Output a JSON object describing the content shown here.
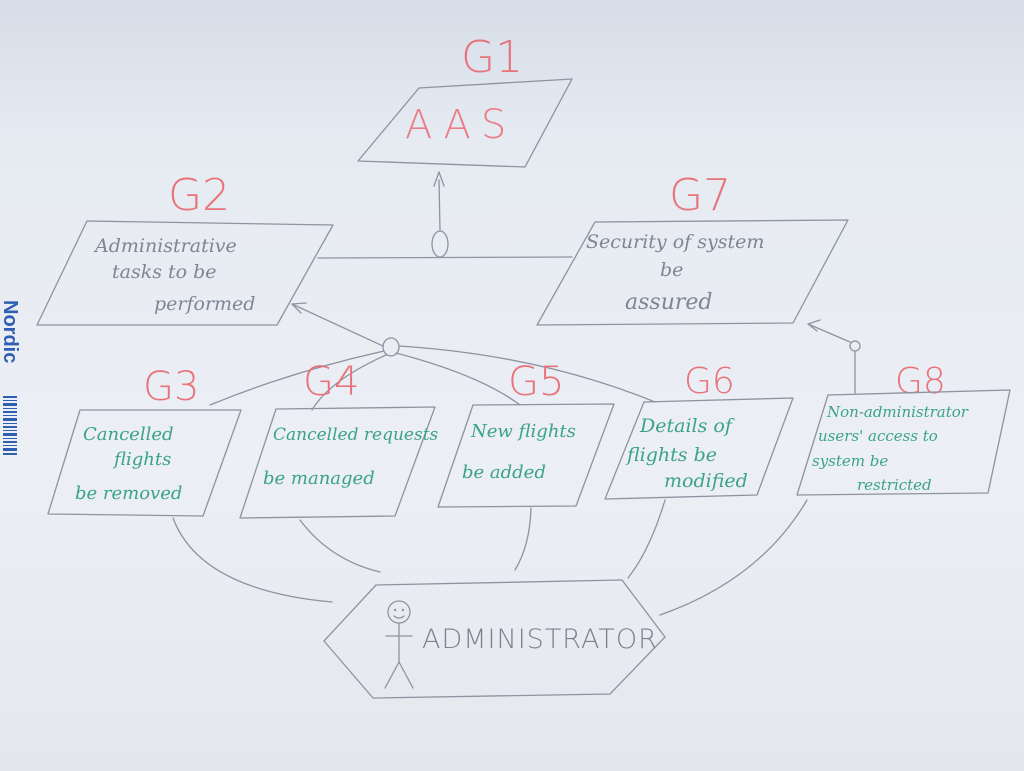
{
  "brand": "Nordic",
  "goals": {
    "g1": {
      "id": "G1",
      "lines": [
        "AAS"
      ]
    },
    "g2": {
      "id": "G2",
      "lines": [
        "Administrative",
        "tasks to be",
        "performed"
      ]
    },
    "g3": {
      "id": "G3",
      "lines": [
        "Cancelled",
        "flights",
        "be removed"
      ]
    },
    "g4": {
      "id": "G4",
      "lines": [
        "Cancelled requests",
        "be managed"
      ]
    },
    "g5": {
      "id": "G5",
      "lines": [
        "New flights",
        "be added"
      ]
    },
    "g6": {
      "id": "G6",
      "lines": [
        "Details of",
        "flights be",
        "modified"
      ]
    },
    "g7": {
      "id": "G7",
      "lines": [
        "Security of system",
        "be",
        "assured"
      ]
    },
    "g8": {
      "id": "G8",
      "lines": [
        "Non-administrator",
        "users' access to",
        "system be",
        "restricted"
      ]
    }
  },
  "actor": {
    "label": "ADMINISTRATOR"
  },
  "colors": {
    "goal_id": "#e8737a",
    "gray_text": "#7e8594",
    "green_text": "#3aa38a",
    "pencil": "#8d93a0"
  }
}
